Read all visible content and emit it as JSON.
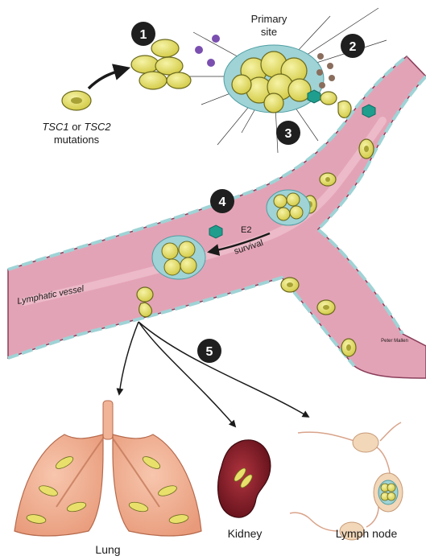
{
  "steps": [
    "1",
    "2",
    "3",
    "4",
    "5"
  ],
  "labels": {
    "primary_site_line1": "Primary",
    "primary_site_line2": "site",
    "tsc_gene1": "TSC1",
    "tsc_or": " or ",
    "tsc_gene2": "TSC2",
    "mutations": "mutations",
    "lymphatic_vessel": "Lymphatic vessel",
    "e2": "E2",
    "survival": "survival",
    "lung": "Lung",
    "kidney": "Kidney",
    "lymph_node": "Lymph node",
    "signature": "Peter Mallen"
  },
  "colors": {
    "vessel_fill": "#e3a3b6",
    "vessel_edge": "#8a3e5b",
    "endothelium": "#9fd3d6",
    "cell_fill": "#e8e06a",
    "cell_edge": "#6b6a1e",
    "cell_nucleus": "#a8a236",
    "teal_molecule": "#1f9e8e",
    "purple_dot": "#7a4fb0",
    "brown_dot": "#8a6d5c",
    "step_circle": "#1f1f1f",
    "lung": "#f2b497",
    "kidney": "#8b1a26",
    "node": "#f2d7b8"
  }
}
